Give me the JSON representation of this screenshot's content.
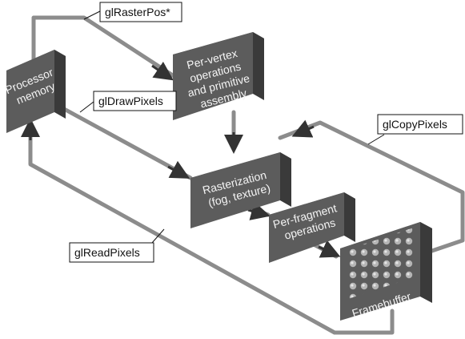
{
  "diagram": {
    "boxes": {
      "processor_memory": {
        "lines": [
          "Processor",
          "memory"
        ]
      },
      "per_vertex": {
        "lines": [
          "Per-vertex",
          "operations",
          "and primitive",
          "assembly"
        ]
      },
      "rasterization": {
        "lines": [
          "Rasterization",
          "(fog, texture)"
        ]
      },
      "per_fragment": {
        "lines": [
          "Per-fragment",
          "operations"
        ]
      },
      "framebuffer": {
        "lines": [
          "Framebuffer"
        ]
      }
    },
    "labels": {
      "raster_pos": "glRasterPos*",
      "draw_pixels": "glDrawPixels",
      "copy_pixels": "glCopyPixels",
      "read_pixels": "glReadPixels"
    }
  },
  "colors": {
    "box_face": "#5c5c5c",
    "box_top": "#8a8a8a",
    "box_side": "#3a3a3a",
    "connector": "#8c8c8c",
    "arrow": "#333333"
  }
}
